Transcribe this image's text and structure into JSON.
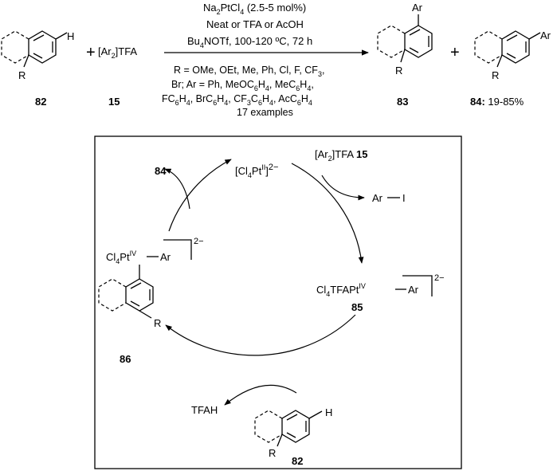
{
  "conditions": {
    "line1_a": "Na",
    "line1_sub1": "2",
    "line1_b": "PtCl",
    "line1_sub2": "4",
    "line1_c": " (2.5-5 mol%)",
    "line2": "Neat or TFA or AcOH",
    "line3_a": "Bu",
    "line3_sub": "4",
    "line3_b": "NOTf, 100-120 ºC, 72 h"
  },
  "scope": {
    "line1": "R = OMe, OEt, Me, Ph, Cl, F, CF",
    "line1_sub": "3",
    "line1_end": ",",
    "line2": "Br; Ar = Ph, MeOC",
    "line2_sub1": "6",
    "line2_b": "H",
    "line2_sub2": "4",
    "line2_c": ", MeC",
    "line2_sub3": "6",
    "line2_d": "H",
    "line2_sub4": "4",
    "line2_e": ",",
    "line3": "FC",
    "line3_sub1": "6",
    "line3_b": "H",
    "line3_sub2": "4",
    "line3_c": ", BrC",
    "line3_sub3": "6",
    "line3_d": "H",
    "line3_sub4": "4",
    "line3_e": ", CF",
    "line3_sub5": "3",
    "line3_f": "C",
    "line3_sub6": "6",
    "line3_g": "H",
    "line3_sub7": "4",
    "line3_h": ", AcC",
    "line3_sub8": "6",
    "line3_i": "H",
    "line3_sub9": "4",
    "line4": "17 examples"
  },
  "top": {
    "substituent_h": "H",
    "substituent_r": "R",
    "plus": "+",
    "reagent_a": "[Ar",
    "reagent_sub": "2",
    "reagent_b": "]TFA",
    "label_82": "82",
    "label_15": "15",
    "product_ar": "Ar",
    "product_r": "R",
    "label_83": "83",
    "label_84": "84:",
    "yield_84": " 19-85%"
  },
  "cycle": {
    "pt2_a": "[Cl",
    "pt2_sub": "4",
    "pt2_b": "Pt",
    "pt2_sup": "II",
    "pt2_c": "]",
    "pt2_charge": "2−",
    "reagent_a": "[Ar",
    "reagent_sub": "2",
    "reagent_b": "]TFA ",
    "reagent_num": "15",
    "out_ari": "Ar",
    "out_i": "I",
    "int85_a": "Cl",
    "int85_sub": "4",
    "int85_b": "TFAPt",
    "int85_sup": "IV",
    "int85_ar": "Ar",
    "int85_charge": "2−",
    "label_85": "85",
    "label_84": "84",
    "int86_a": "Cl",
    "int86_sub": "4",
    "int86_b": "Pt",
    "int86_sup": "IV",
    "int86_ar": "Ar",
    "int86_charge": "2−",
    "int86_r": "R",
    "label_86": "86",
    "tfah": "TFAH",
    "sub_h": "H",
    "sub_r": "R",
    "label_82": "82"
  }
}
